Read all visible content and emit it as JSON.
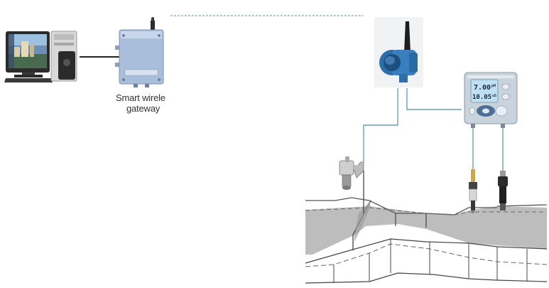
{
  "gateway": {
    "label_line1": "Smart wirele",
    "label_line2": "gateway"
  },
  "analyzer": {
    "reading_primary": "7.00",
    "reading_primary_unit": "pH",
    "reading_secondary": "10.05",
    "reading_secondary_unit": "uS"
  },
  "colors": {
    "link_line": "#6f9cb8",
    "wireless_link": "#5a8fb5",
    "water": "#bdbdbd",
    "channel_outline": "#555555",
    "transmitter_body": "#2d6fa8",
    "gateway_body": "#a9bedb",
    "analyzer_body": "#c9d3dc",
    "analyzer_screen": "#bfe0f3"
  },
  "icons": {
    "computer": "desktop-computer-icon",
    "gateway": "wireless-gateway-icon",
    "transmitter": "wireless-transmitter-icon",
    "analyzer": "analyzer-display-icon",
    "level_sensor": "level-sensor-icon",
    "probe_1": "ph-probe-icon",
    "probe_2": "conductivity-probe-icon"
  }
}
